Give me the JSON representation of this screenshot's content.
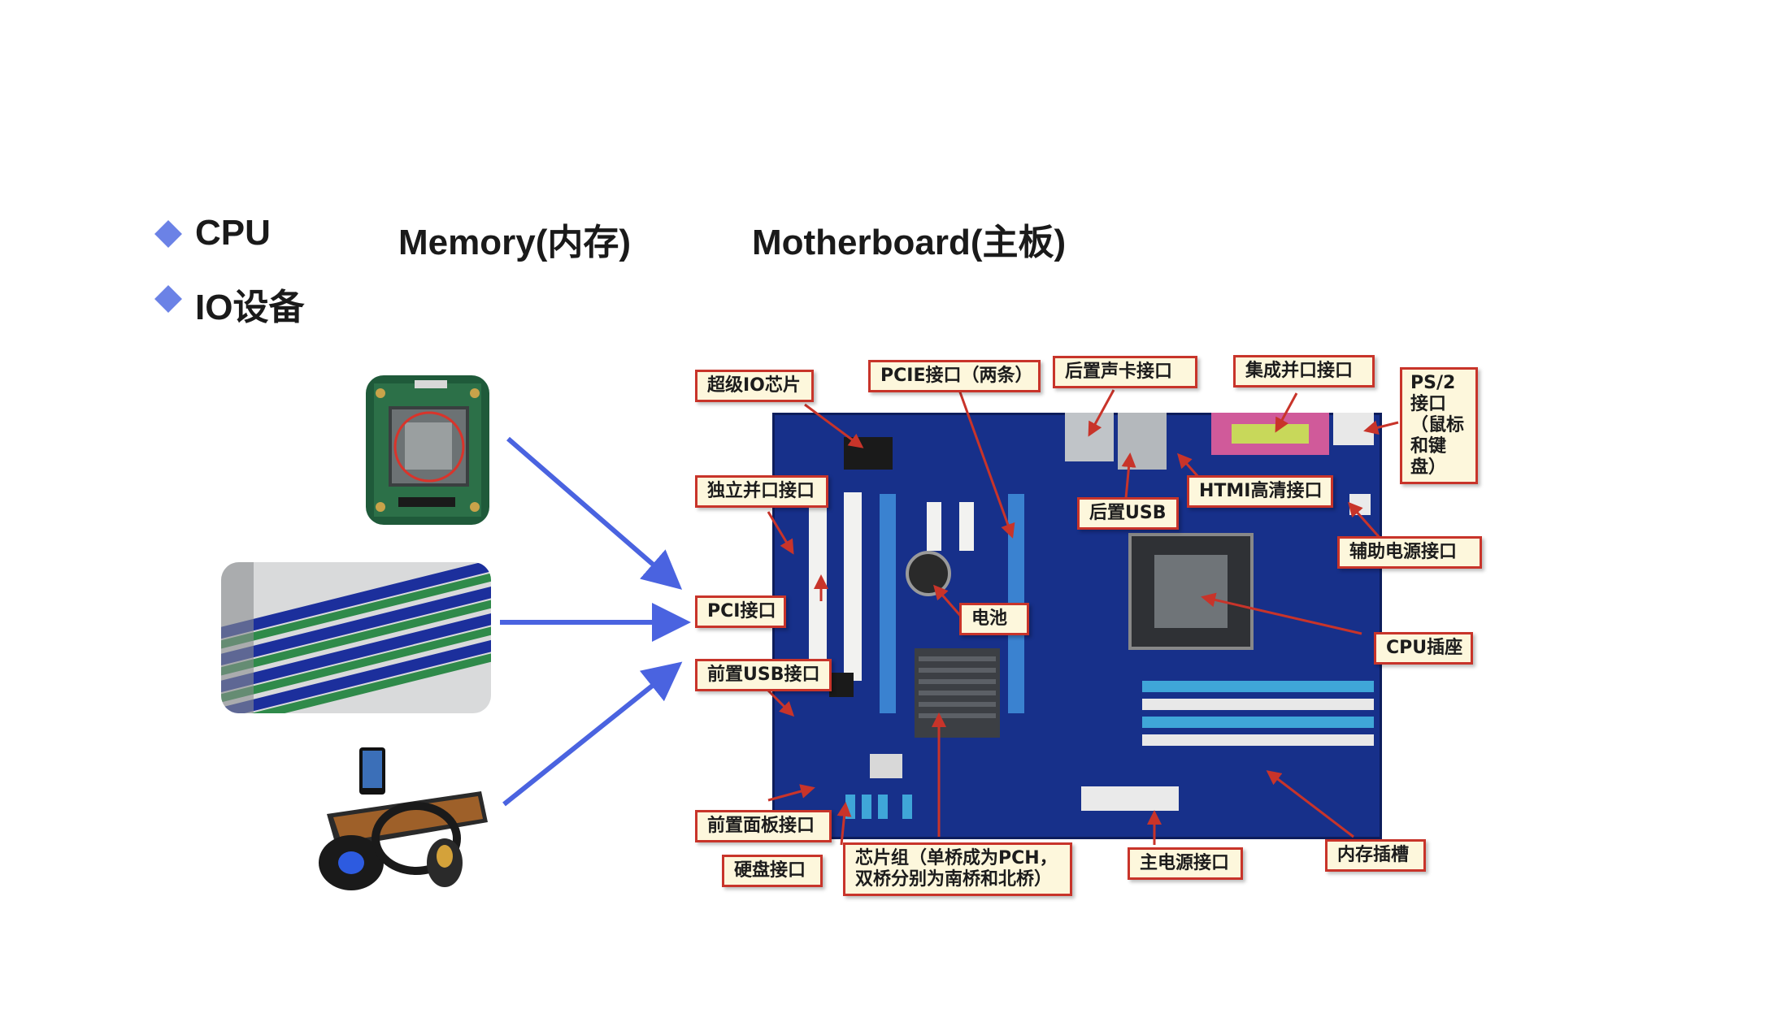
{
  "headings": {
    "cpu": "CPU",
    "memory": "Memory(内存)",
    "motherboard": "Motherboard(主板)",
    "io": "IO设备"
  },
  "images": {
    "cpu": "cpu-photo",
    "memory": "memory-modules-photo",
    "io": "keyboard-headset-mouse-photo",
    "motherboard": "motherboard-photo"
  },
  "callouts": {
    "super_io": "超级IO芯片",
    "pcie": "PCIE接口（两条）",
    "rear_audio": "后置声卡接口",
    "parallel_integrated": "集成并口接口",
    "ps2": "PS/2接口（鼠标和键盘）",
    "standalone_parallel": "独立并口接口",
    "rear_usb": "后置USB",
    "hdmi": "HTMI高清接口",
    "aux_power": "辅助电源接口",
    "pci": "PCI接口",
    "battery": "电池",
    "cpu_socket": "CPU插座",
    "front_usb": "前置USB接口",
    "front_panel": "前置面板接口",
    "disk": "硬盘接口",
    "chipset": "芯片组（单桥成为PCH，双桥分别为南桥和北桥）",
    "main_power": "主电源接口",
    "memory_slots": "内存插槽"
  },
  "colors": {
    "bullet": "#6b82e6",
    "arrow": "#4a63e0",
    "callout_border": "#c8342a",
    "callout_bg": "#fdf7dc",
    "board": "#17308a"
  }
}
